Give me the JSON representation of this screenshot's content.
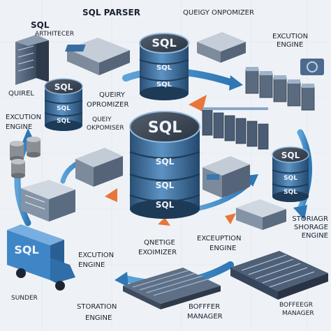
{
  "labels": {
    "sql_architect_1": "SQL",
    "sql_architect_2": "ARTHITECER",
    "sql_parser": "SQL PARSER",
    "query_optimizer_top": "QUEIGY ONPOMIZER",
    "execution_engine_top_1": "EXCUTION",
    "execution_engine_top_2": "ENGINE",
    "quirel": "QUIREL",
    "query_optimizer_left_1": "QUEIRY",
    "query_optimizer_left_2": "OPROMIZER",
    "query_optimizer_small_1": "QUEIY",
    "query_optimizer_small_2": "OKPOMISER",
    "execution_engine_left_1": "EXCUTION",
    "execution_engine_left_2": "ENGINE",
    "storage_engine_right_1": "STORIAGR",
    "storage_engine_right_2": "SHORAGE",
    "storage_engine_right_3": "ENGINE",
    "execution_engine_mid_1": "EXCEUPTION",
    "execution_engine_mid_2": "ENGINE",
    "qnetige_1": "QNETIGE",
    "qnetige_2": "EXOIMIZER",
    "execution_engine_bottom_1": "EXCUTION",
    "execution_engine_bottom_2": "ENGINE",
    "storation_engine_1": "STORATION",
    "storation_engine_2": "ENGINE",
    "boffer_manager_1": "BOFFFER",
    "boffer_manager_2": "MANAGER",
    "buffer_manager_right_1": "BOFFEEGR",
    "buffer_manager_right_2": "MANAGER",
    "bottom_left_caption": "SUNDER"
  },
  "cylinders": {
    "top": [
      "SQL",
      "SQL",
      "SQL"
    ],
    "center": [
      "SQL",
      "SQL",
      "SQL",
      "SQL"
    ],
    "left": [
      "SQL",
      "SQL",
      "SQL"
    ],
    "right": [
      "SQL",
      "SQL",
      "SQL"
    ]
  },
  "truck_label": "SQL",
  "colors": {
    "background": "#eef2f6",
    "cylinder_dark": "#1f3b5a",
    "cylinder_mid": "#3f76a6",
    "cylinder_light": "#8fb9dc",
    "arrow_blue": "#3a84c3",
    "arrow_orange": "#e8763a"
  }
}
